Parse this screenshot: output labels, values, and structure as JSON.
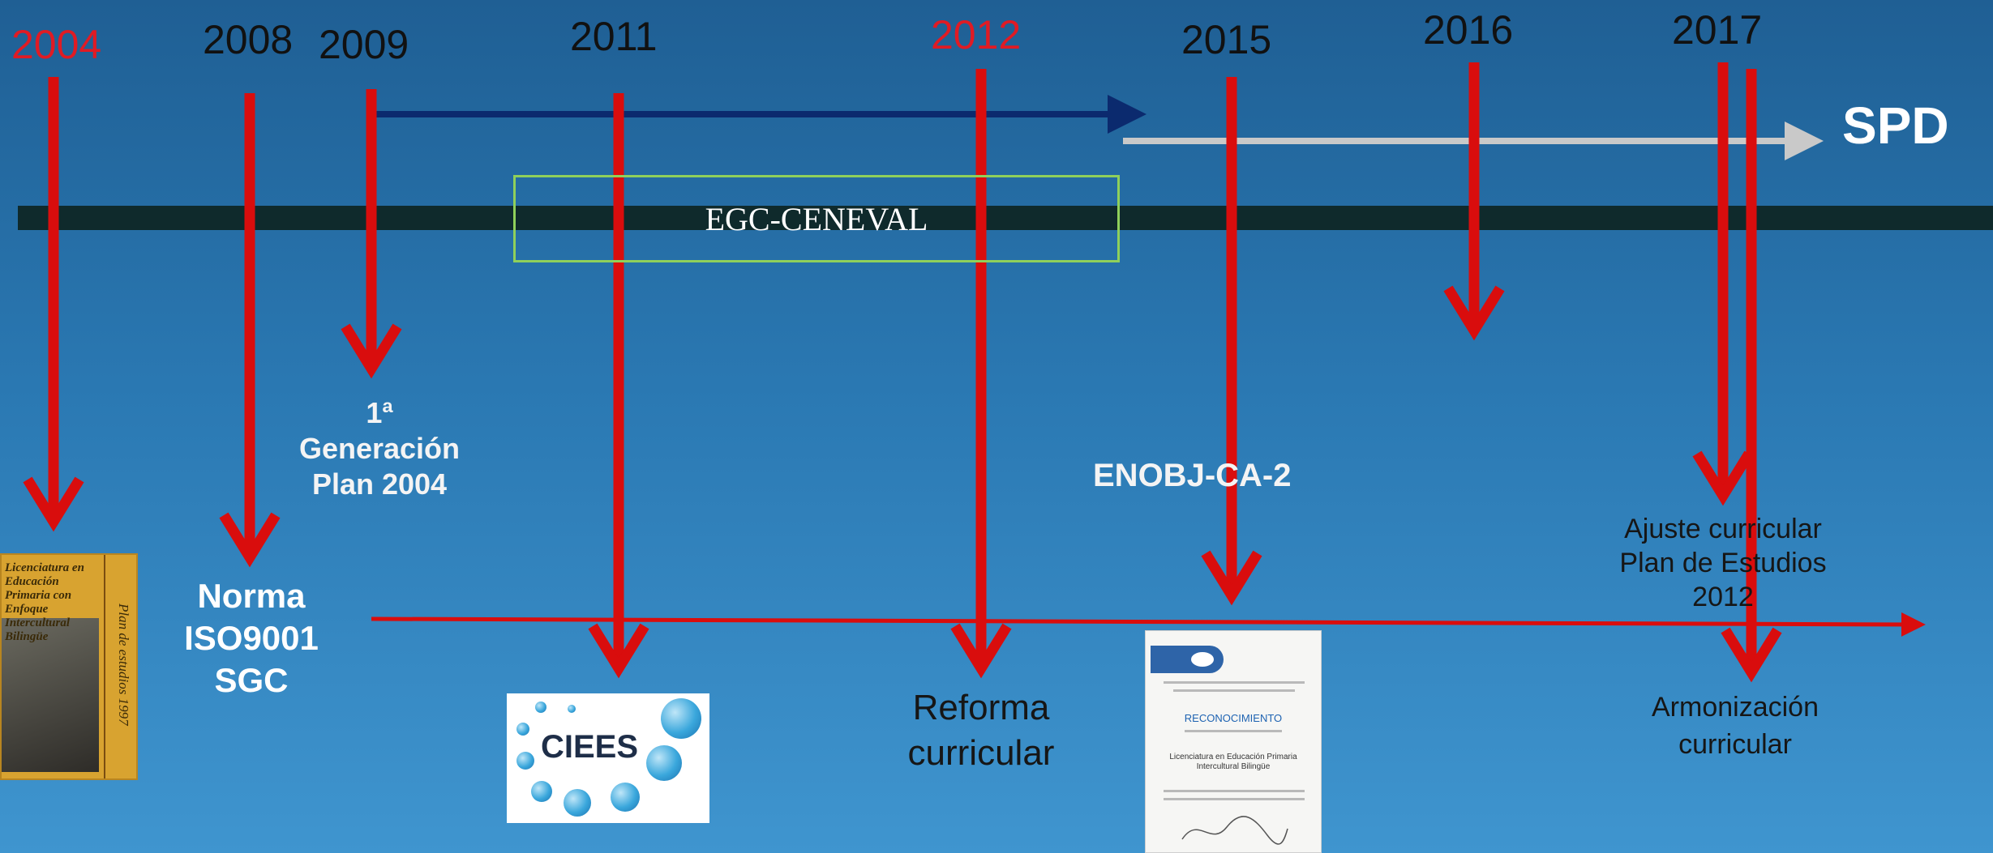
{
  "years": [
    "2004",
    "2008",
    "2009",
    "2011",
    "2012",
    "2015",
    "2016",
    "2017"
  ],
  "colors": {
    "arrow_red": "#d90d0d",
    "highlight_year": "#e01b24",
    "year_text": "#111111",
    "timeline_bar": "#0f2a2c",
    "navy_arrow": "#0b2a6e",
    "gray_arrow": "#c9c9c9",
    "egc_border": "#8fd05b"
  },
  "labels": {
    "spd": "SPD",
    "egc": "EGC-CENEVAL",
    "generacion": [
      "1ª",
      "Generación",
      "Plan 2004"
    ],
    "norma": [
      "Norma",
      "ISO9001",
      "SGC"
    ],
    "enobj": "ENOBJ-CA-2",
    "reforma": [
      "Reforma",
      "curricular"
    ],
    "ajuste": [
      "Ajuste curricular",
      "Plan de Estudios",
      "2012"
    ],
    "armonizacion": [
      "Armonización",
      "curricular"
    ]
  },
  "images": {
    "book": {
      "icon": "book-cover-icon",
      "title": "Licenciatura en Educación Primaria con Enfoque Intercultural Bilingüe",
      "vertical": "Plan de estudios 1997"
    },
    "ciees": {
      "icon": "ciees-logo-icon",
      "text": "CIEES"
    },
    "certificate": {
      "icon": "certificate-icon",
      "heading": "RECONOCIMIENTO",
      "program": [
        "Licenciatura en Educación Primaria",
        "Intercultural Bilingüe"
      ]
    }
  }
}
